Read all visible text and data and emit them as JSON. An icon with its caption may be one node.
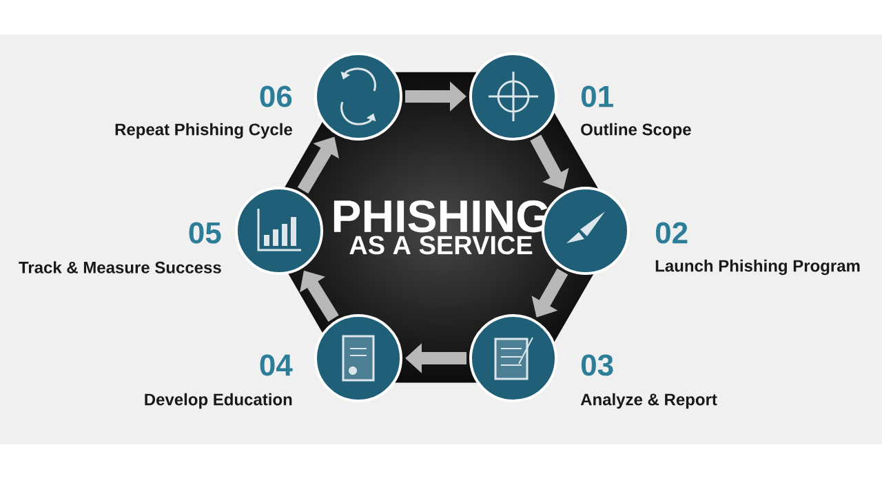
{
  "diagram": {
    "nodes": [
      {
        "text": [
          "PHISHING",
          "AS A SERVICE"
        ]
      },
      {
        "text": [],
        "shape": "circle",
        "beside": [
          "01",
          "Outline Scope"
        ]
      },
      {
        "text": [],
        "shape": "circle",
        "beside": [
          "02",
          "Launch Phishing Program"
        ]
      },
      {
        "text": [],
        "shape": "circle",
        "beside": [
          "03",
          "Analyze & Report"
        ]
      },
      {
        "text": [],
        "shape": "circle",
        "beside": [
          "04",
          "Develop Education"
        ]
      },
      {
        "text": [],
        "shape": "circle",
        "beside": [
          "05",
          "Track & Measure Success"
        ]
      },
      {
        "text": [],
        "shape": "circle",
        "beside": [
          "06",
          "Repeat Phishing Cycle"
        ]
      }
    ],
    "edges": [
      {
        "from": 6,
        "to": 1,
        "arrow": "to"
      },
      {
        "from": 1,
        "to": 2,
        "arrow": "to"
      },
      {
        "from": 2,
        "to": 3,
        "arrow": "to"
      },
      {
        "from": 3,
        "to": 4,
        "arrow": "to"
      },
      {
        "from": 4,
        "to": 5,
        "arrow": "to"
      },
      {
        "from": 5,
        "to": 6,
        "arrow": "to"
      }
    ]
  }
}
